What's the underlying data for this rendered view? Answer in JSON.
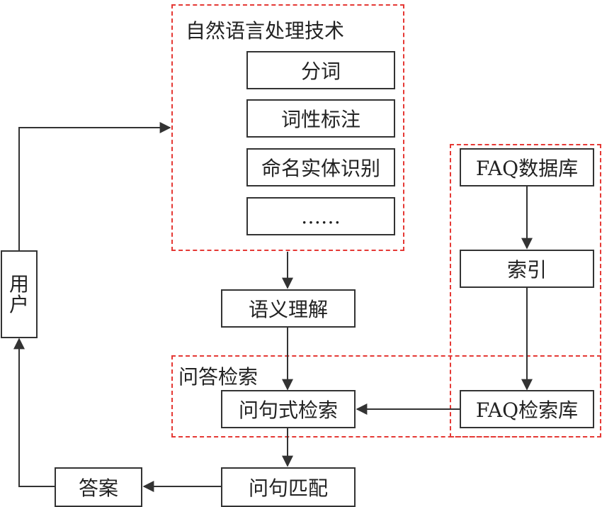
{
  "groups": {
    "nlp": "自然语言处理技术",
    "qa": "问答检索"
  },
  "nodes": {
    "segmentation": "分词",
    "pos_tagging": "词性标注",
    "ner": "命名实体识别",
    "ellipsis": "……",
    "semantic": "语义理解",
    "question_retrieval": "问句式检索",
    "question_match": "问句匹配",
    "answer": "答案",
    "user_1": "用",
    "user_2": "户",
    "faq_db": "FAQ数据库",
    "index": "索引",
    "faq_retrieval_db": "FAQ检索库"
  },
  "colors": {
    "dash": "#e53935",
    "line": "#333333"
  }
}
